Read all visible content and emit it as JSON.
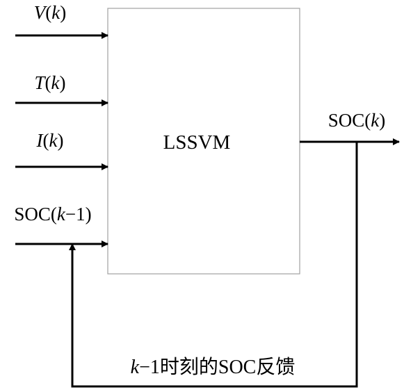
{
  "inputs": [
    {
      "var": "V",
      "arg": "k",
      "pre": "",
      "post": ""
    },
    {
      "var": "T",
      "arg": "k",
      "pre": "",
      "post": ""
    },
    {
      "var": "I",
      "arg": "k",
      "pre": "",
      "post": ""
    },
    {
      "var": "",
      "arg": "k",
      "pre": "SOC(",
      "post": "−1)"
    }
  ],
  "block": {
    "label": "LSSVM"
  },
  "output": {
    "pre": "SOC(",
    "arg": "k",
    "post": ")"
  },
  "feedback": {
    "arg": "k",
    "rest": "−1时刻的SOC反馈"
  }
}
